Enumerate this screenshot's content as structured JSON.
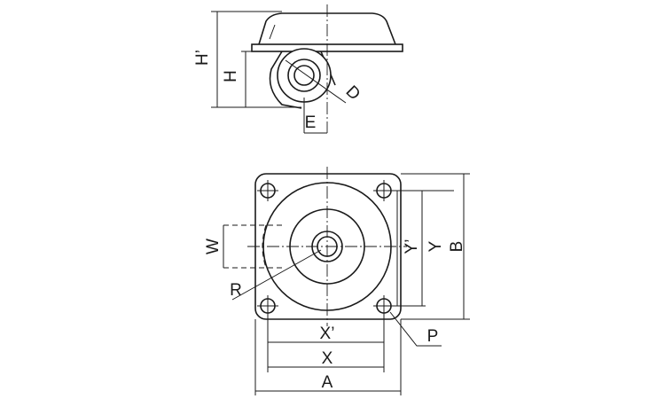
{
  "side_view": {
    "labels": {
      "h_prime": "H’",
      "h": "H",
      "d": "D",
      "e": "E"
    }
  },
  "top_view": {
    "labels": {
      "w": "W",
      "r": "R",
      "y_prime": "Y’",
      "y": "Y",
      "b": "B",
      "p": "P",
      "x_prime": "X’",
      "x": "X",
      "a": "A"
    }
  },
  "colors": {
    "line": "#1a1a1a",
    "background": "#ffffff"
  }
}
